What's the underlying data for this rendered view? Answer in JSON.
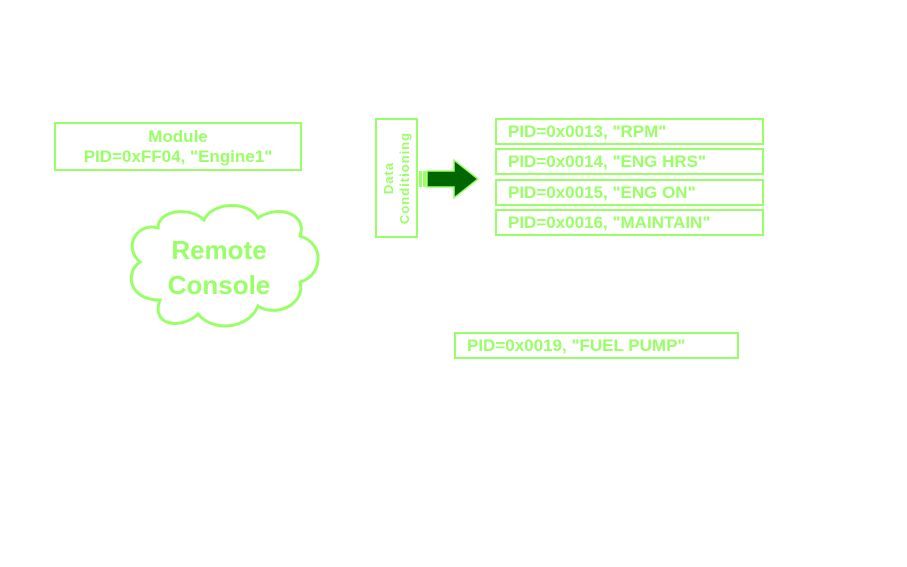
{
  "module": {
    "line1": "Module",
    "line2": "PID=0xFF04, \"Engine1\""
  },
  "conditioning": {
    "line1": "Data",
    "line2": "Conditioning"
  },
  "outputs": [
    "PID=0x0013, \"RPM\"",
    "PID=0x0014, \"ENG HRS\"",
    "PID=0x0015, \"ENG ON\"",
    "PID=0x0016, \"MAINTAIN\""
  ],
  "fuel_pump": "PID=0x0019, \"FUEL PUMP\"",
  "remote_console": {
    "line1": "Remote",
    "line2": "Console"
  },
  "colors": {
    "stroke": "#99ff66",
    "arrow_fill": "#006600"
  }
}
